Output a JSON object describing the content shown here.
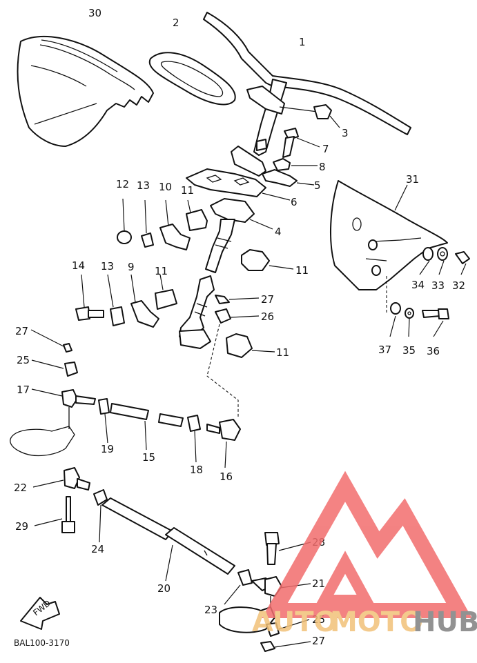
{
  "diagram": {
    "labels": [
      "30",
      "2",
      "1",
      "3",
      "7",
      "8",
      "5",
      "6",
      "31",
      "12",
      "13",
      "10",
      "11",
      "4",
      "11",
      "14",
      "13",
      "9",
      "11",
      "27",
      "26",
      "11",
      "34",
      "33",
      "32",
      "37",
      "35",
      "36",
      "27",
      "25",
      "17",
      "19",
      "15",
      "18",
      "16",
      "22",
      "29",
      "24",
      "20",
      "28",
      "21",
      "23",
      "25",
      "27"
    ],
    "code": "BAL100-3170",
    "fwd": "FWD"
  },
  "watermark": {
    "text_a": "AUTO",
    "text_b": "MOTO",
    "text_c": "HUB",
    "color_a": "#f2c178",
    "color_b": "#f2c178",
    "color_c": "#808080",
    "logo_color": "#f26d6d"
  }
}
